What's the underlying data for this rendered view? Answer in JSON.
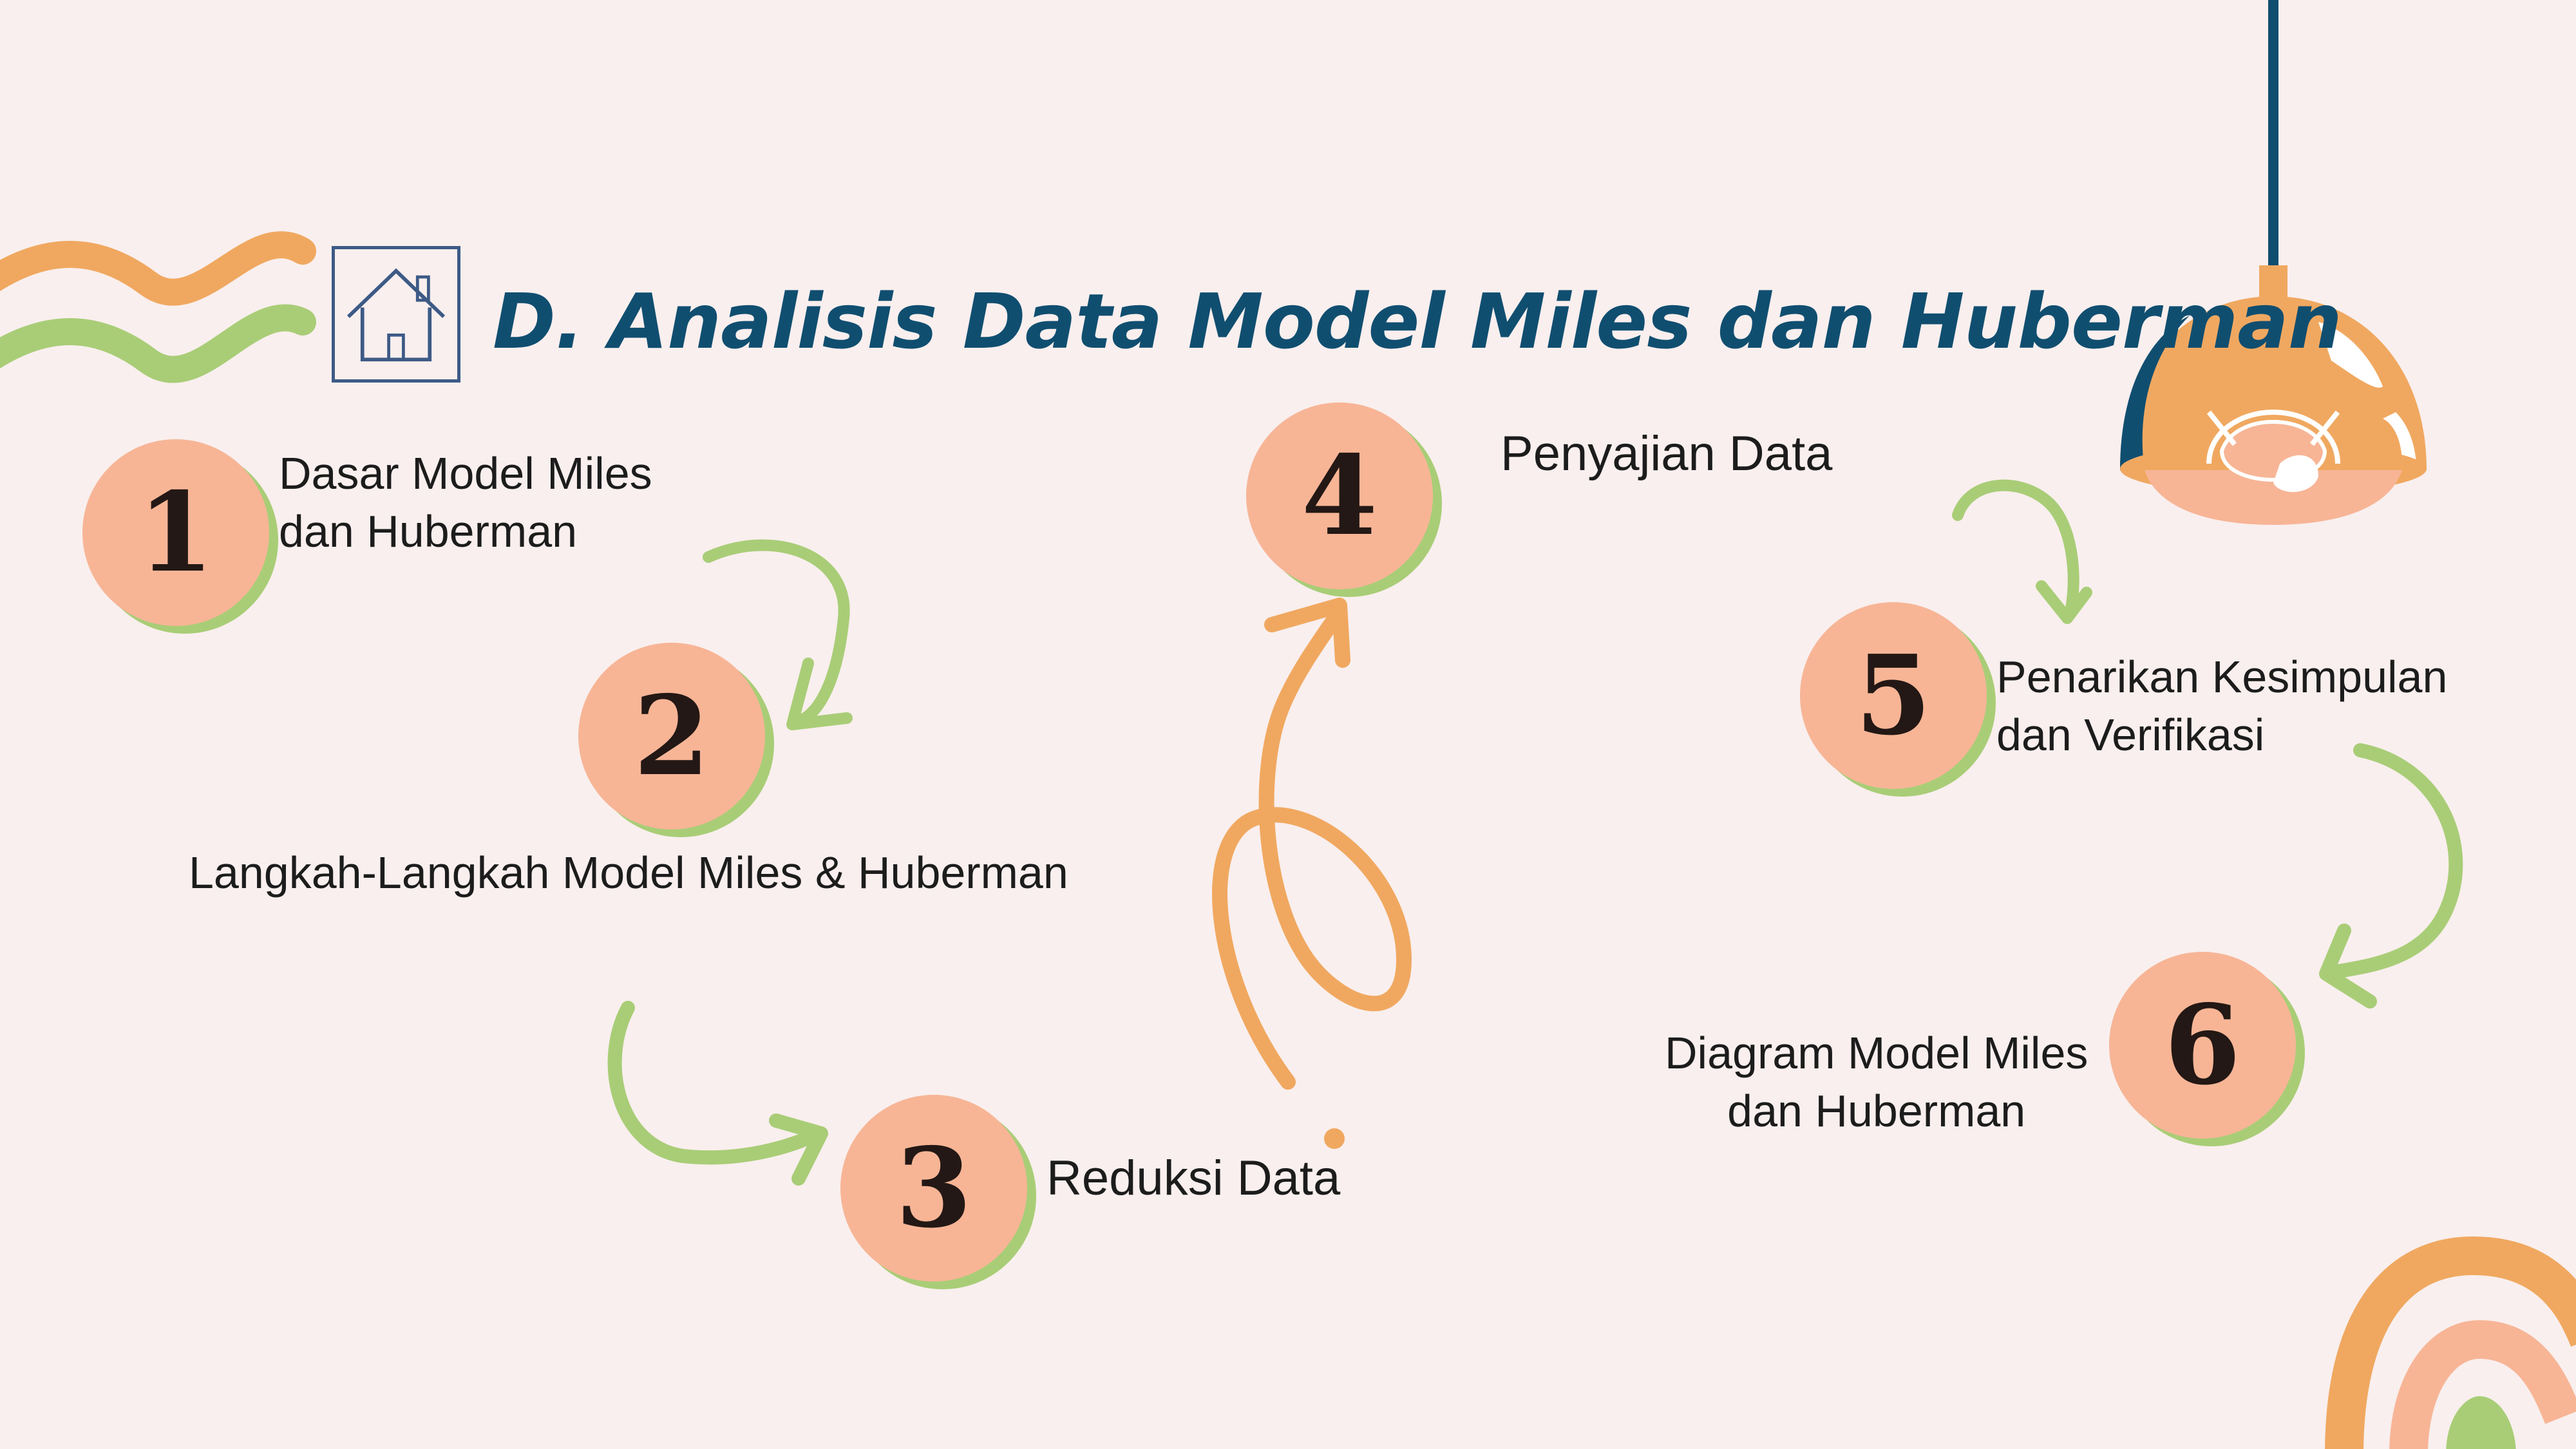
{
  "title": "D. Analisis Data Model Miles dan Huberman",
  "home_icon": "home-icon",
  "colors": {
    "background": "#f9efee",
    "title": "#104e70",
    "circle": "#f7b596",
    "circle_ring": "#a9cd77",
    "orange_accent": "#f0a860",
    "green_accent": "#a9cd77",
    "lamp_shade": "#f0a860",
    "lamp_cord": "#104e70"
  },
  "steps": [
    {
      "number": "1",
      "label_lines": [
        "Dasar Model Miles",
        "dan Huberman"
      ]
    },
    {
      "number": "2",
      "label_lines": [
        "Langkah-Langkah Model Miles & Huberman"
      ]
    },
    {
      "number": "3",
      "label_lines": [
        "Reduksi Data"
      ]
    },
    {
      "number": "4",
      "label_lines": [
        "Penyajian Data"
      ]
    },
    {
      "number": "5",
      "label_lines": [
        "Penarikan Kesimpulan",
        "dan Verifikasi"
      ]
    },
    {
      "number": "6",
      "label_lines": [
        "Diagram Model Miles",
        "dan Huberman"
      ]
    }
  ]
}
